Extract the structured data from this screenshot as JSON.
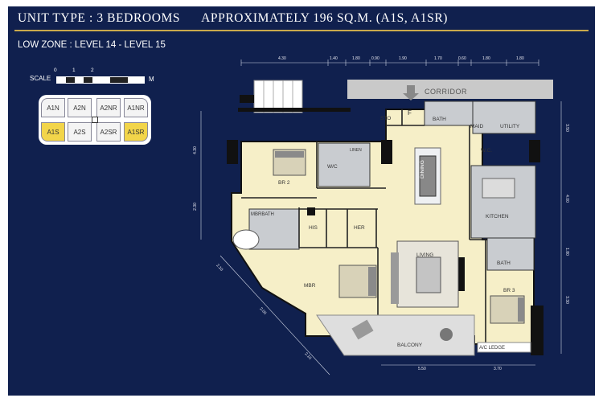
{
  "header": {
    "unit_type": "UNIT TYPE : 3 BEDROOMS",
    "size": "APPROXIMATELY 196 SQ.M. (A1S, A1SR)",
    "zone": "LOW ZONE : LEVEL 14 - LEVEL 15"
  },
  "scale": {
    "label": "SCALE",
    "unit": "M",
    "ticks": [
      "0",
      "1",
      "2"
    ]
  },
  "key_plan": {
    "top_row": [
      "A1N",
      "A2N",
      "A2NR",
      "A1NR"
    ],
    "bottom_row": [
      "A1S",
      "A2S",
      "A2SR",
      "A1SR"
    ],
    "highlighted": [
      "A1S",
      "A1SR"
    ]
  },
  "rooms": {
    "corridor": "CORRIDOR",
    "f": "F",
    "sto": "STO",
    "bath_top": "BATH",
    "maid": "MAID",
    "utility": "UTILITY",
    "wc_small": "W.C.",
    "dining": "DINING",
    "kitchen": "KITCHEN",
    "br2": "BR 2",
    "wc": "W/C",
    "linen": "LINEN",
    "mbrbath": "MBRBATH",
    "his": "HIS",
    "her": "HER",
    "living": "LIVING",
    "mbr": "MBR",
    "bath_right": "BATH",
    "br3": "BR 3",
    "balcony": "BALCONY",
    "ac_ledge": "A/C LEDGE"
  },
  "dimensions": {
    "top": [
      "4.30",
      "1.40",
      "1.80",
      "0.90",
      "1.90",
      "1.70",
      "0.60",
      "1.80",
      "1.80"
    ],
    "left": [
      "4.30",
      "2.30"
    ],
    "right": [
      "3.50",
      "4.00",
      "1.80",
      "3.30"
    ],
    "bottom": [
      "5.50",
      "3.70"
    ],
    "diagonal": [
      "2.10",
      "2.00",
      "2.10"
    ]
  },
  "colors": {
    "background": "#10204e",
    "room_fill": "#f6efc8",
    "wet_area": "#c9ccd0",
    "wall": "#111111",
    "gold": "#c9a94c",
    "highlight": "#f2d54a"
  }
}
